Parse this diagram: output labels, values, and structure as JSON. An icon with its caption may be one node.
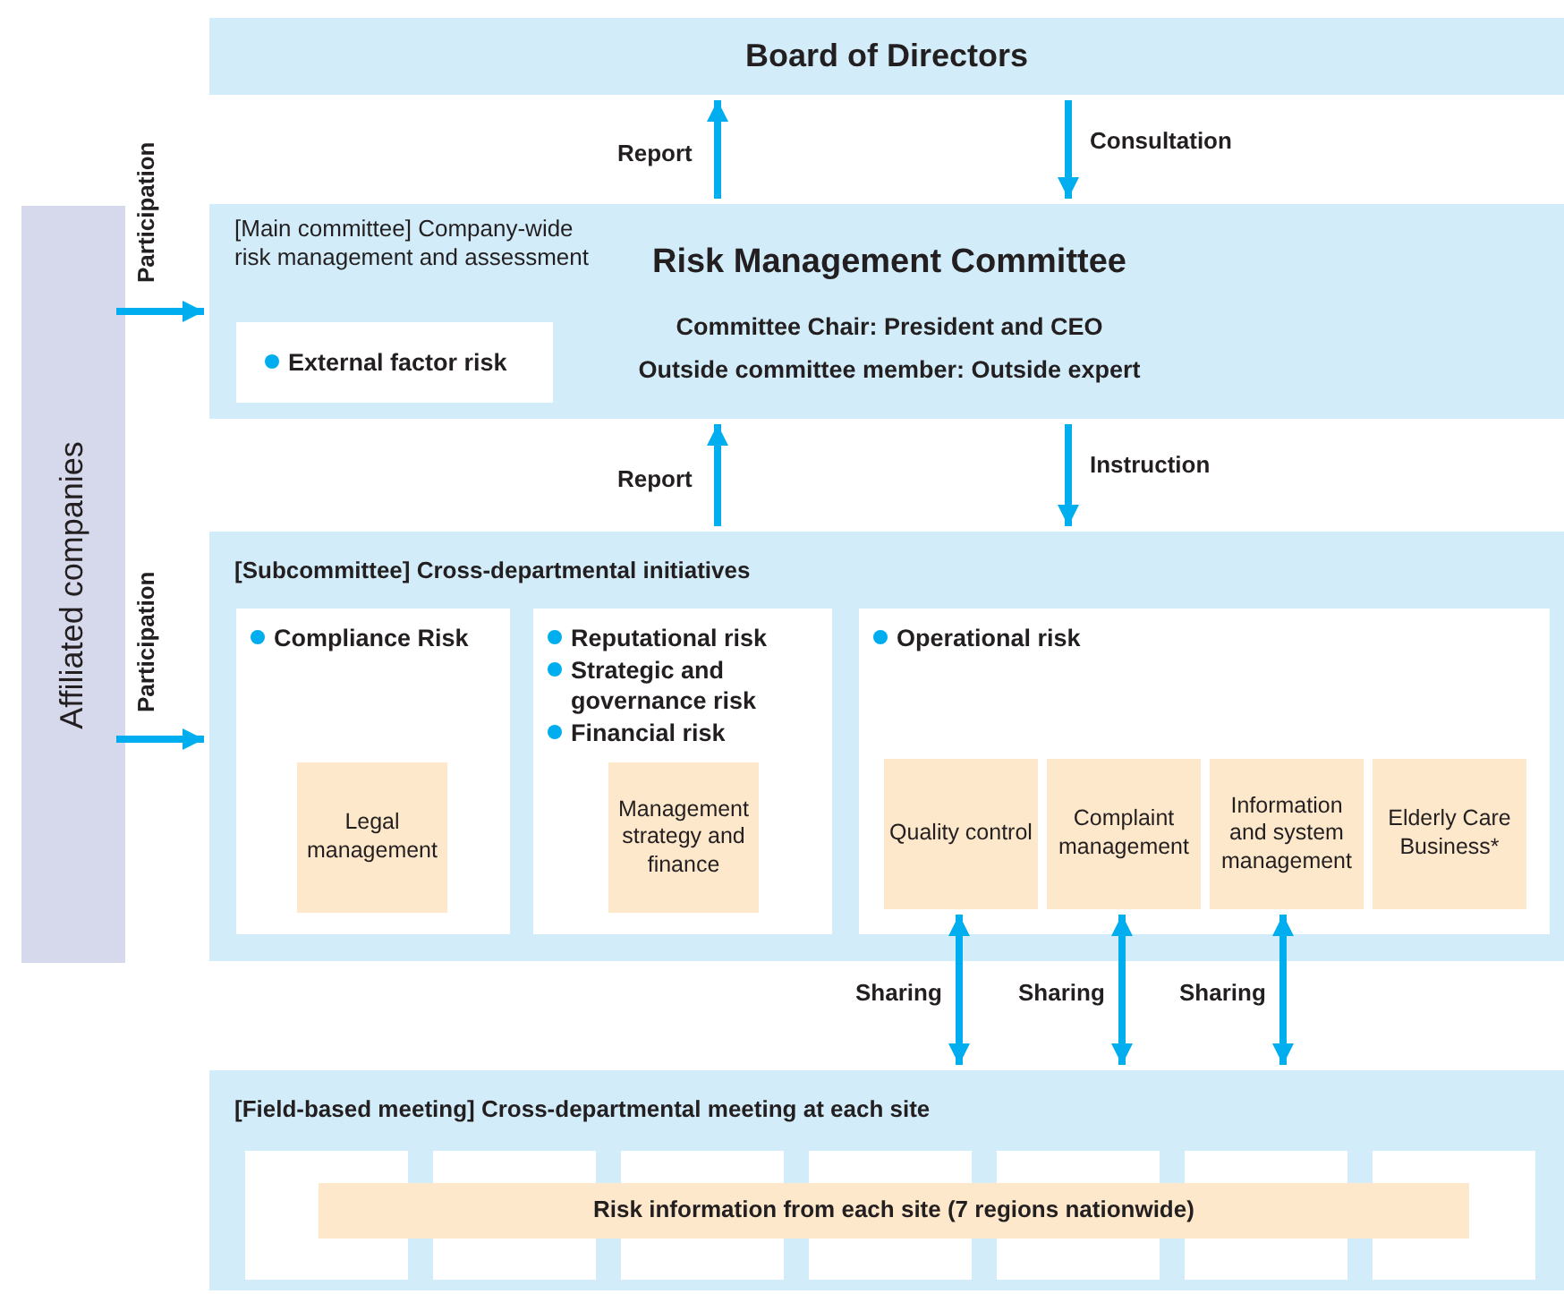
{
  "diagram": {
    "nodes": [
      {
        "text": [
          "Board of Directors"
        ]
      },
      {
        "text": [
          "Affiliated companies"
        ]
      },
      {
        "text": [
          "[Main committee] Company-wide risk management and assessment",
          "Risk Management Committee",
          "Committee Chair: President and CEO",
          "Outside committee member: Outside expert"
        ]
      },
      {
        "text": [
          "External factor risk"
        ],
        "in": 2
      },
      {
        "text": [
          "[Subcommittee] Cross-departmental initiatives"
        ]
      },
      {
        "text": [
          "Compliance Risk"
        ],
        "in": 4
      },
      {
        "text": [
          "Legal management"
        ],
        "in": 5
      },
      {
        "text": [
          "Reputational risk",
          "Strategic and governance risk",
          "Financial risk"
        ],
        "in": 4
      },
      {
        "text": [
          "Management strategy and finance"
        ],
        "in": 7
      },
      {
        "text": [
          "Operational risk"
        ],
        "in": 4
      },
      {
        "text": [
          "Quality control"
        ],
        "in": 9
      },
      {
        "text": [
          "Complaint management"
        ],
        "in": 9
      },
      {
        "text": [
          "Information and system management"
        ],
        "in": 9
      },
      {
        "text": [
          "Elderly Care Business*"
        ],
        "in": 9
      },
      {
        "text": [
          "[Field-based meeting] Cross-departmental meeting at each site"
        ]
      },
      {
        "text": [
          "Risk information from each site (7 regions nationwide)"
        ],
        "in": 14
      }
    ],
    "edges": [
      {
        "from": 2,
        "to": 0,
        "arrow": "to",
        "label": "Report"
      },
      {
        "from": 0,
        "to": 2,
        "arrow": "to",
        "label": "Consultation"
      },
      {
        "from": 1,
        "to": 2,
        "arrow": "to",
        "label": "Participation"
      },
      {
        "from": 4,
        "to": 2,
        "arrow": "to",
        "label": "Report"
      },
      {
        "from": 2,
        "to": 4,
        "arrow": "to",
        "label": "Instruction"
      },
      {
        "from": 1,
        "to": 4,
        "arrow": "to",
        "label": "Participation"
      },
      {
        "from": 10,
        "to": 14,
        "arrow": "both",
        "label": "Sharing"
      },
      {
        "from": 11,
        "to": 14,
        "arrow": "both",
        "label": "Sharing"
      },
      {
        "from": 12,
        "to": 14,
        "arrow": "both",
        "label": "Sharing"
      }
    ]
  }
}
